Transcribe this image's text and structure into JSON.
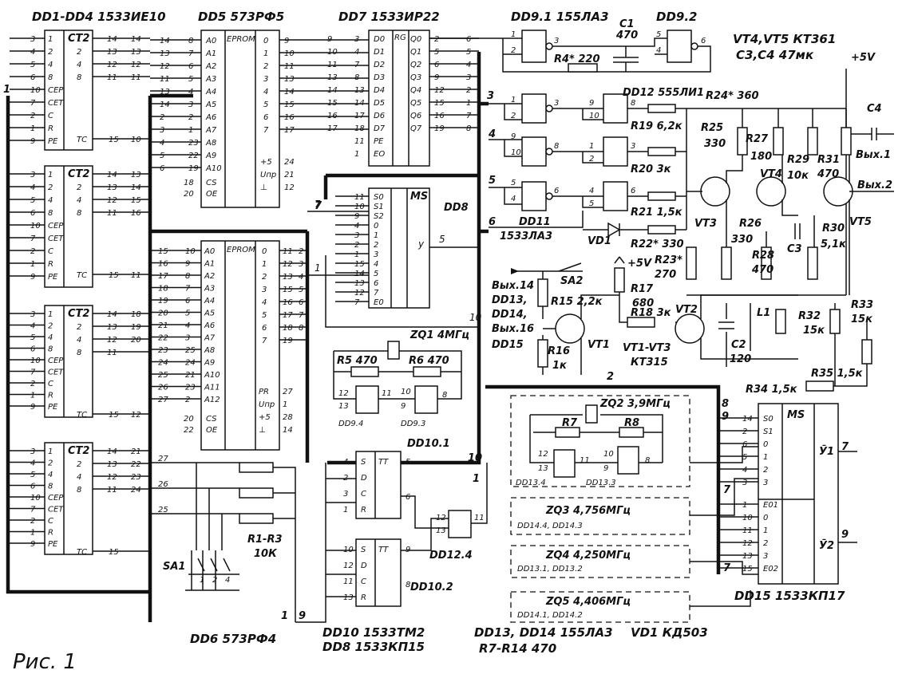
{
  "figure": {
    "caption": "Рис. 1",
    "counters": {
      "title": "DD1-DD4 1533ИЕ10",
      "type_label": "CT2",
      "inputs": [
        "1",
        "2",
        "4",
        "8",
        "CEP",
        "CET",
        "C",
        "R",
        "PE"
      ],
      "outputs": [
        "1",
        "2",
        "4",
        "8"
      ],
      "tc_label": "TC",
      "pins_in": [
        "3",
        "4",
        "5",
        "6",
        "10",
        "7",
        "2",
        "1",
        "9"
      ],
      "pins_out": [
        "14",
        "13",
        "12",
        "11"
      ],
      "tc_pin": "15",
      "bus_numbers": [
        [
          "14",
          "13",
          "12",
          "11"
        ],
        [
          "13",
          "14",
          "15",
          "16"
        ],
        [
          "18",
          "19",
          "20"
        ],
        [
          "21",
          "22",
          "23",
          "24"
        ]
      ],
      "tc_bus": [
        "10",
        "11",
        "12",
        ""
      ]
    },
    "dd5": {
      "title": "DD5 573РФ5",
      "mark": "EPROM",
      "addr": [
        "A0",
        "A1",
        "A2",
        "A3",
        "A4",
        "A5",
        "A6",
        "A7",
        "A8",
        "A9",
        "A10"
      ],
      "addr_pins": [
        "8",
        "7",
        "6",
        "5",
        "4",
        "3",
        "2",
        "1",
        "23",
        "22",
        "19"
      ],
      "addr_bus": [
        "14",
        "13",
        "12",
        "11",
        "13",
        "14",
        "2",
        "3",
        "4",
        "5",
        "6"
      ],
      "data": [
        "0",
        "1",
        "2",
        "3",
        "4",
        "5",
        "6",
        "7"
      ],
      "data_pins": [
        "9",
        "10",
        "11",
        "13",
        "14",
        "15",
        "16",
        "17"
      ],
      "ctrl": [
        "CS",
        "OE",
        "+5",
        "Uпр",
        "⊥"
      ],
      "ctrl_pins": [
        "18",
        "20",
        "24",
        "21",
        "12"
      ]
    },
    "dd6": {
      "title": "DD6 573РФ4",
      "mark": "EPROM",
      "addr": [
        "A0",
        "A1",
        "A2",
        "A3",
        "A4",
        "A5",
        "A6",
        "A7",
        "A8",
        "A9",
        "A10",
        "A11",
        "A12"
      ],
      "addr_pins": [
        "10",
        "9",
        "8",
        "7",
        "6",
        "5",
        "4",
        "3",
        "25",
        "24",
        "21",
        "23",
        "2"
      ],
      "addr_bus": [
        "15",
        "16",
        "17",
        "18",
        "19",
        "20",
        "21",
        "22",
        "23",
        "24",
        "25",
        "26",
        "27"
      ],
      "data": [
        "0",
        "1",
        "2",
        "3",
        "4",
        "5",
        "6",
        "7"
      ],
      "data_pins": [
        "11",
        "12",
        "13",
        "15",
        "16",
        "17",
        "18",
        "19"
      ],
      "data_bus": [
        "2",
        "3",
        "4",
        "5",
        "6",
        "7",
        "8",
        ""
      ],
      "ctrl": [
        "PR",
        "Uпр",
        "+5",
        "⊥",
        "CS",
        "OE"
      ],
      "ctrl_pins": [
        "27",
        "1",
        "28",
        "14",
        "20",
        "22"
      ]
    },
    "dd7": {
      "title": "DD7 1533ИР22",
      "mark": "RG",
      "inputs": [
        "D0",
        "D1",
        "D2",
        "D3",
        "D4",
        "D5",
        "D6",
        "D7",
        "PE",
        "EO"
      ],
      "in_pins": [
        "3",
        "4",
        "7",
        "8",
        "13",
        "14",
        "17",
        "18",
        "11",
        "1"
      ],
      "in_bus": [
        "9",
        "10",
        "11",
        "13",
        "14",
        "15",
        "16",
        "17"
      ],
      "outputs": [
        "Q0",
        "Q1",
        "Q2",
        "Q3",
        "Q4",
        "Q5",
        "Q6",
        "Q7"
      ],
      "out_pins": [
        "2",
        "5",
        "6",
        "9",
        "12",
        "15",
        "16",
        "19"
      ],
      "out_bus": [
        "6",
        "5",
        "4",
        "3",
        "2",
        "1",
        "7",
        "8"
      ]
    },
    "dd8": {
      "title": "DD8",
      "mark": "MS",
      "inputs": [
        "S0",
        "S1",
        "S2",
        "0",
        "1",
        "2",
        "3",
        "4",
        "5",
        "6",
        "7",
        "E0"
      ],
      "in_pins": [
        "11",
        "10",
        "9",
        "4",
        "3",
        "2",
        "1",
        "15",
        "14",
        "13",
        "12",
        "7"
      ],
      "out_label": "y",
      "out_pin": "5",
      "extra": [
        "7",
        "1",
        "10"
      ]
    },
    "dd9": {
      "title": "DD9.1 155ЛА3",
      "title2": "DD9.2",
      "c1": "C1",
      "c1_val": "470",
      "r4": "R4* 220",
      "pins": [
        "1",
        "2",
        "3",
        "5",
        "4",
        "6"
      ]
    },
    "dd9_3": {
      "r5": "R5 470",
      "r6": "R6 470",
      "zq1": "ZQ1 4МГц",
      "labels": [
        "DD9.4",
        "DD9.3"
      ],
      "pins": [
        "12",
        "13",
        "11",
        "10",
        "9",
        "8"
      ]
    },
    "dd10": {
      "title": "DD10.1",
      "title2": "DD10.2",
      "mark": "TT",
      "inputs": [
        "S",
        "D",
        "C",
        "R"
      ],
      "pins1": [
        "4",
        "2",
        "3",
        "1",
        "5",
        "6"
      ],
      "pins2": [
        "10",
        "12",
        "11",
        "13",
        "9",
        "8"
      ],
      "dd12": "DD12.4",
      "dd12_pins": [
        "12",
        "13",
        "11"
      ],
      "bus_pins": [
        "10",
        "1"
      ]
    },
    "dd11": {
      "title": "DD11",
      "title2": "1533ЛА3",
      "pins": [
        "1",
        "2",
        "3",
        "9",
        "10",
        "8",
        "5",
        "4",
        "6"
      ],
      "bus_in": [
        "3",
        "4",
        "5",
        "6"
      ]
    },
    "dd12": {
      "title": "DD12 555ЛИ1",
      "pins": [
        "9",
        "10",
        "8",
        "1",
        "2",
        "3",
        "4",
        "5",
        "6"
      ],
      "r19": "R19 6,2к",
      "r20": "R20 3к",
      "r21": "R21 1,5к",
      "r22": "R22* 330",
      "vd1": "VD1"
    },
    "output": {
      "transistors": "VT4,VT5 КТ361",
      "caps": "C3,C4 47мк",
      "supply": "+5V",
      "r24": "R24* 360",
      "r25": "R25",
      "r25_val": "330",
      "r26": "R26",
      "r26_val": "330",
      "r27": "R27",
      "r27_val": "180",
      "r28": "R28",
      "r28_val": "470",
      "r29": "R29",
      "r29_val": "10к",
      "r30": "R30",
      "r30_val": "5,1к",
      "r31": "R31",
      "r31_val": "470",
      "c3": "C3",
      "c4": "C4",
      "vt3": "VT3",
      "vt4": "VT4",
      "vt5": "VT5",
      "out1": "Вых.1",
      "out2": "Вых.2"
    },
    "sa2": {
      "label": "SA2",
      "left1": "Вых.14",
      "left2": "DD13,",
      "left3": "DD14,",
      "left4": "Вых.16",
      "left5": "DD15",
      "supply": "+5V",
      "r15": "R15 2,2к",
      "r16": "R16",
      "r16_val": "1к",
      "r17": "R17",
      "r17_val": "680",
      "r18": "R18 3к",
      "r23": "R23*",
      "r23_val": "270",
      "vt1": "VT1",
      "vt2": "VT2",
      "vt_type1": "VT1-VT3",
      "vt_type2": "КТ315",
      "pin2": "2",
      "c2": "C2",
      "c2_val": "120",
      "l1": "L1",
      "r32": "R32",
      "r32_val": "15к",
      "r33": "R33",
      "r33_val": "15к",
      "r34": "R34 1,5к",
      "r35": "R35 1,5к"
    },
    "dd15": {
      "title": "DD15 1533КП17",
      "mark": "MS",
      "inputs": [
        "S0",
        "S1",
        "0",
        "1",
        "2",
        "3",
        "E01",
        "0",
        "1",
        "2",
        "3",
        "E02"
      ],
      "in_pins": [
        "14",
        "2",
        "6",
        "5",
        "4",
        "3",
        "1",
        "10",
        "11",
        "12",
        "13",
        "15"
      ],
      "outs": [
        "Ӯ1",
        "Ӯ2"
      ],
      "out_pins": [
        "7",
        "9"
      ],
      "top_pins": [
        "8",
        "9"
      ]
    },
    "osc": {
      "zq2": "ZQ2 3,9МГц",
      "r7": "R7",
      "r8": "R8",
      "dd13_4": "DD13.4",
      "dd13_3": "DD13.3",
      "pins": [
        "12",
        "13",
        "11",
        "10",
        "9",
        "8"
      ],
      "zq3": "ZQ3 4,756МГц",
      "zq3_dd": "DD14.4, DD14.3",
      "zq4": "ZQ4 4,250МГц",
      "zq4_dd": "DD13.1, DD13.2",
      "zq5": "ZQ5 4,406МГц",
      "zq5_dd": "DD14.1, DD14.2",
      "bus_pins": [
        "7",
        "7"
      ]
    },
    "switch": {
      "label": "SA1",
      "r": "R1-R3",
      "r_val": "10К",
      "pins": [
        "1",
        "2",
        "4"
      ],
      "bus_pins": [
        "27",
        "26",
        "25"
      ]
    },
    "legend": {
      "line1": "DD10 1533ТМ2",
      "line2": "DD8 1533КП15",
      "line3": "DD13, DD14 155ЛА3",
      "line4": "R7-R14 470",
      "line5": "VD1 КД503"
    },
    "misc": {
      "pin1": "1",
      "pin1b": "1",
      "pin9": "9",
      "pin7": "7"
    }
  }
}
